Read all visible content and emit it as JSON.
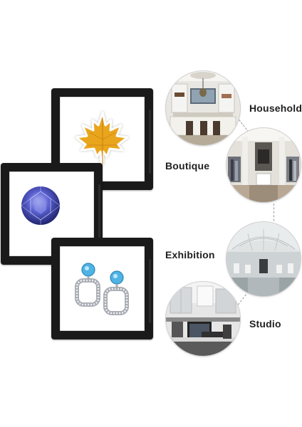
{
  "labels": {
    "household": "Household",
    "boutique": "Boutique",
    "exhibition": "Exhibition",
    "studio": "Studio"
  },
  "frames": [
    {
      "item": "maple-leaf",
      "color": "#e8a21c"
    },
    {
      "item": "crystal-gem",
      "color": "#3a3fa8"
    },
    {
      "item": "earrings",
      "color": "#4fb0e0"
    }
  ],
  "colors": {
    "frame": "#1a1a1a",
    "label": "#1f1f1f"
  }
}
